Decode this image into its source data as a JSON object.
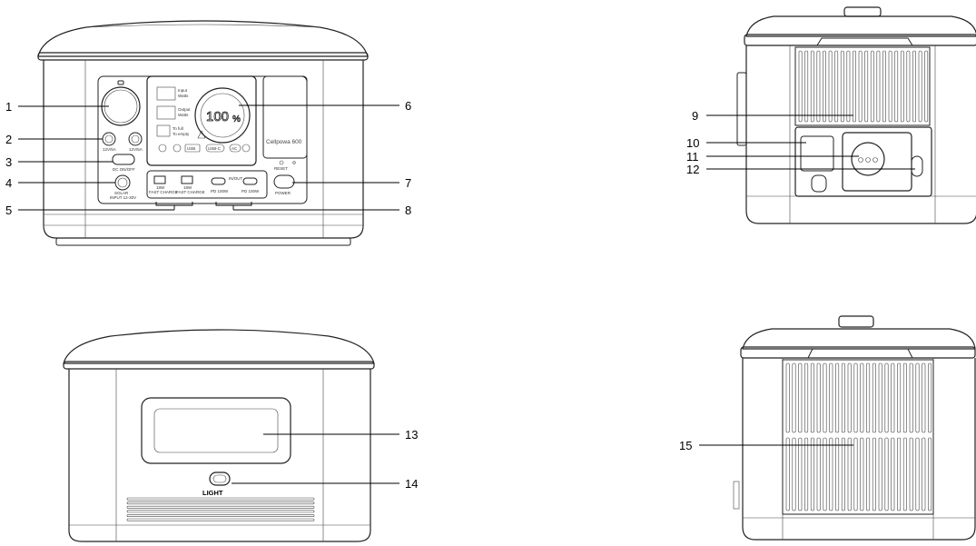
{
  "front_view": {
    "brand_label": "Cellpowa 600",
    "button_labels": {
      "dc_12v5a_left": "12V/5A",
      "dc_12v5a_right": "12V/5A",
      "dc_on_off": "DC ON/OFF",
      "solar": "SOLAR",
      "solar_input": "INPUT 12-30V",
      "usb_a1": "18W",
      "usb_a1_sub": "FAST CHARGE",
      "usb_a2": "18W",
      "usb_a2_sub": "FAST CHARGE",
      "usbc_1": "PD 100W",
      "usbc_2": "PD 100W",
      "usbc_group": "IN/OUT",
      "reset": "RESET",
      "power": "POWER"
    },
    "display": {
      "percent_value": "100",
      "percent_sign": "%",
      "top_unit": "Input",
      "top_sub": "Watts",
      "mid_unit": "Output",
      "mid_sub": "Watts",
      "time_full": "To full",
      "time_empty": "To empty",
      "usb_label": "USB",
      "usbc_label": "USB-C",
      "ac_label": "AC"
    }
  },
  "back_view": {
    "light_label": "LIGHT"
  },
  "callouts": [
    {
      "id": "1",
      "text": "1"
    },
    {
      "id": "2",
      "text": "2"
    },
    {
      "id": "3",
      "text": "3"
    },
    {
      "id": "4",
      "text": "4"
    },
    {
      "id": "5",
      "text": "5"
    },
    {
      "id": "6",
      "text": "6"
    },
    {
      "id": "7",
      "text": "7"
    },
    {
      "id": "8",
      "text": "8"
    },
    {
      "id": "9",
      "text": "9"
    },
    {
      "id": "10",
      "text": "10"
    },
    {
      "id": "11",
      "text": "11"
    },
    {
      "id": "12",
      "text": "12"
    },
    {
      "id": "13",
      "text": "13"
    },
    {
      "id": "14",
      "text": "14"
    },
    {
      "id": "15",
      "text": "15"
    }
  ]
}
